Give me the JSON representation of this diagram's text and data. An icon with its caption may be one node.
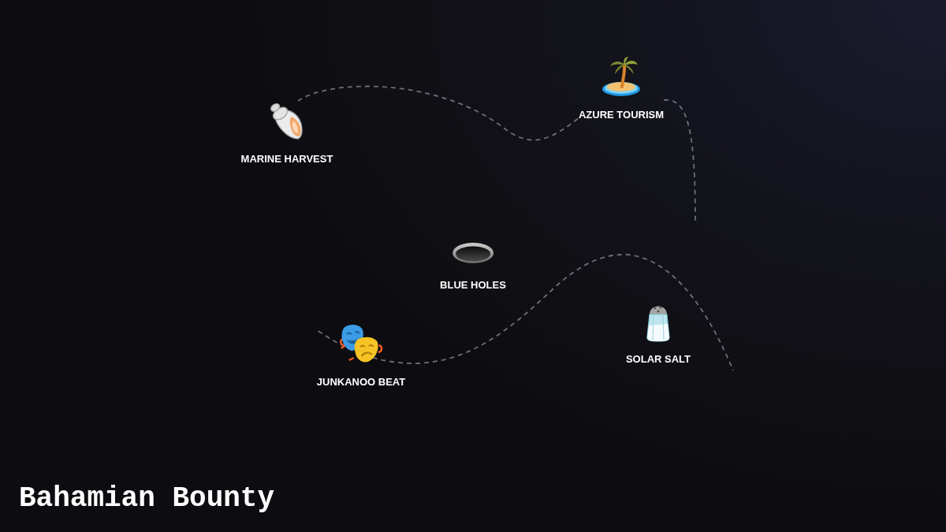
{
  "diagram": {
    "title": "Bahamian Bounty",
    "nodes": [
      {
        "text": [
          "MARINE HARVEST"
        ]
      },
      {
        "text": [
          "AZURE TOURISM"
        ]
      },
      {
        "text": [
          "BLUE HOLES"
        ]
      },
      {
        "text": [
          "JUNKANOO BEAT"
        ]
      },
      {
        "text": [
          "SOLAR SALT"
        ]
      }
    ],
    "edges": [
      {
        "from": 0,
        "to": 1,
        "arrow": "none",
        "style": "dashed"
      },
      {
        "from": 1,
        "to": null,
        "arrow": "none",
        "style": "dashed"
      },
      {
        "from": 3,
        "to": null,
        "arrow": "none",
        "style": "dashed"
      }
    ]
  }
}
